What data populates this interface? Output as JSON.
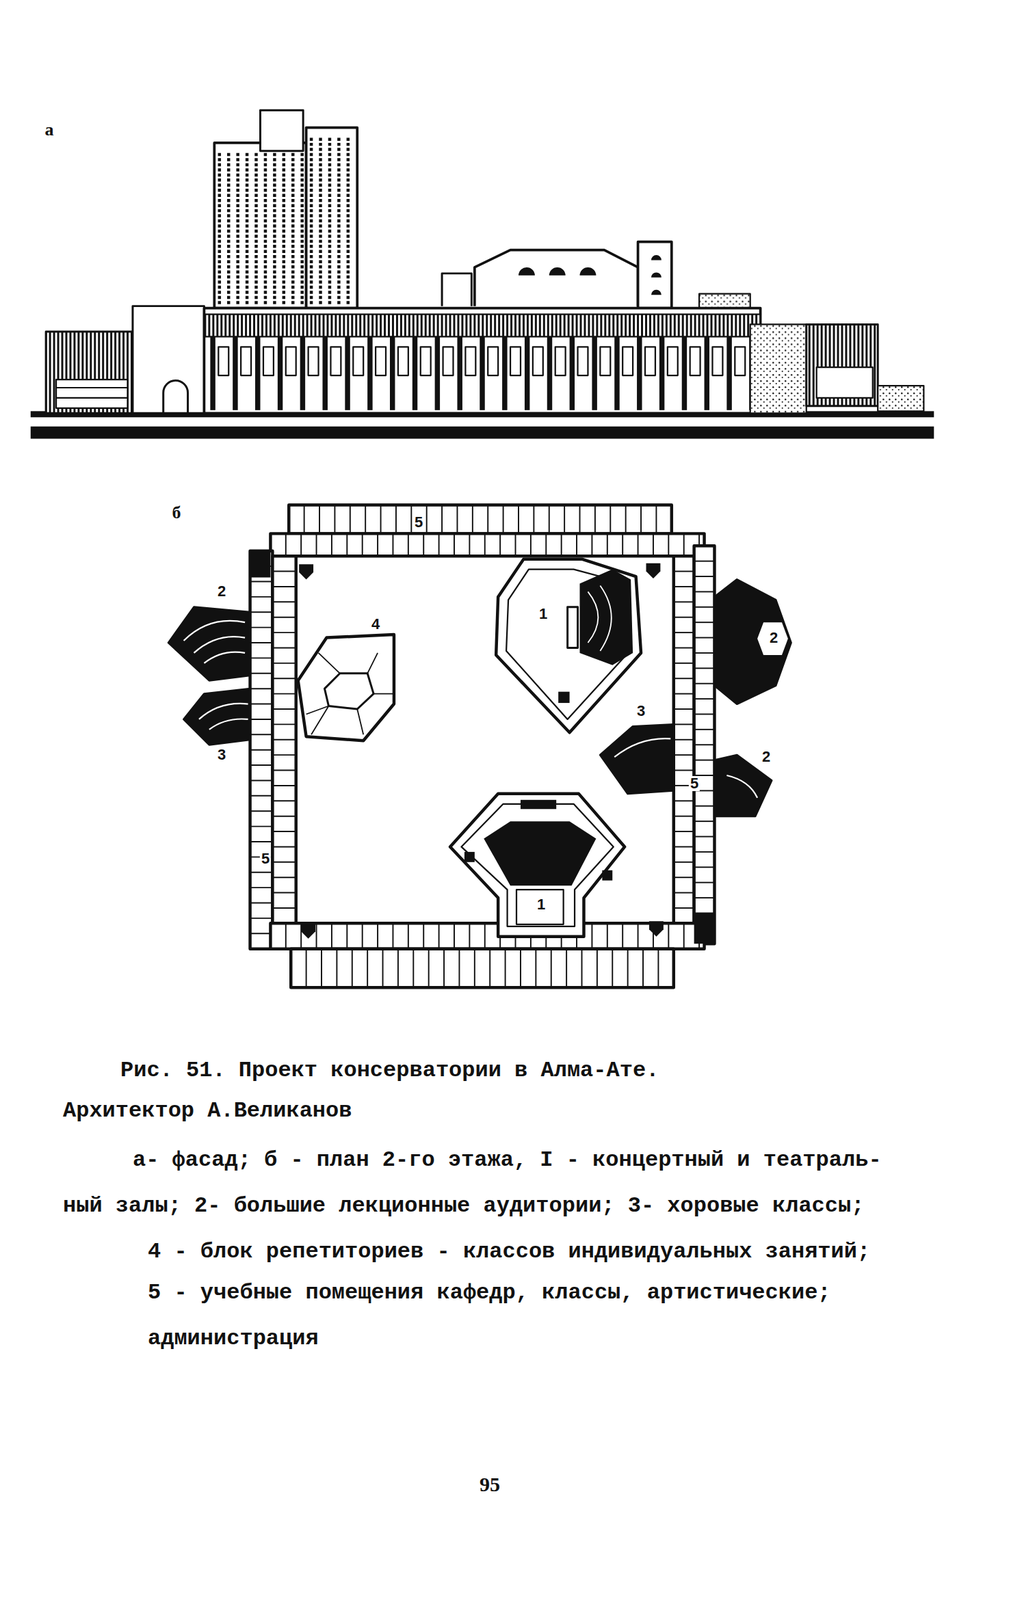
{
  "diagram": {
    "caption": "Рис. 51. Проект консерватории в Алма-Ате.",
    "labels": [
      "а",
      "б",
      "5",
      "2",
      "1",
      "4",
      "2",
      "3",
      "3",
      "2",
      "5",
      "5",
      "1",
      "Архитектор А.Великанов",
      "а- фасад; б - план 2-го этажа, I - концертный и театраль-",
      "ный залы; 2- большие лекционные аудитории; 3- хоровые классы;",
      "4 - блок репетиториев - классов индивидуальных занятий;",
      "5 - учебные помещения кафедр, классы, артистические;",
      "администрация",
      "95"
    ]
  }
}
